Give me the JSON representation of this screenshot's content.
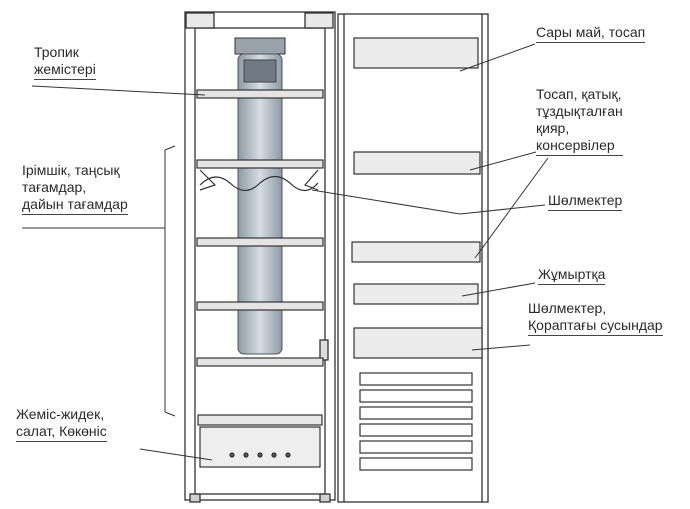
{
  "labels": {
    "tropical_fruits": [
      "Тропик",
      "жемістері"
    ],
    "cheese_delicacies": [
      "Ірімшік, таңсық",
      "тағамдар,",
      "дайын тағамдар"
    ],
    "fruit_vegetables": [
      "Жеміс-жидек,",
      "салат, Көкөніс"
    ],
    "butter_cheese": [
      "Сары май, тосап"
    ],
    "jam_yogurt": [
      "Тосап, қатық,",
      "тұздықталған",
      "қияр,",
      "консервілер"
    ],
    "bottles_1": [
      "Шөлмектер"
    ],
    "eggs": [
      "Жұмыртқа"
    ],
    "bottles_2": [
      "Шөлмектер,",
      "Қораптағы сусындар"
    ]
  },
  "colors": {
    "line": "#333333",
    "text": "#2a2a2a",
    "shelf": "#dcdcdc",
    "column": "#b8c4cf"
  }
}
